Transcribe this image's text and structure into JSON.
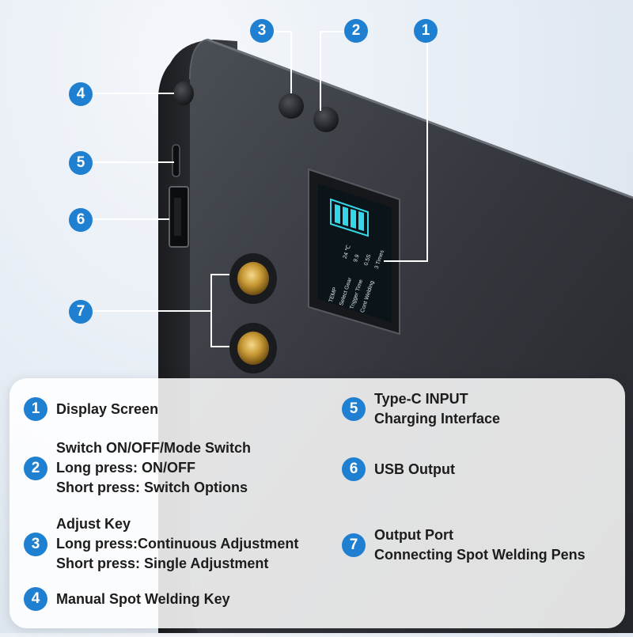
{
  "callouts": {
    "c1": "1",
    "c2": "2",
    "c3": "3",
    "c4": "4",
    "c5": "5",
    "c6": "6",
    "c7": "7"
  },
  "screen": {
    "labels": [
      "TEMP",
      "Select Gear",
      "Trigger Time",
      "Cont Welding"
    ],
    "values": [
      "24 ℃",
      "9.9",
      "0.5S",
      "3 Times"
    ]
  },
  "legend": {
    "item1": {
      "num": "1",
      "lines": [
        "Display Screen"
      ]
    },
    "item2": {
      "num": "2",
      "lines": [
        "Switch ON/OFF/Mode Switch",
        "Long press: ON/OFF",
        "Short press: Switch Options"
      ]
    },
    "item3": {
      "num": "3",
      "lines": [
        "Adjust Key",
        "Long press:Continuous Adjustment",
        "Short press: Single Adjustment"
      ]
    },
    "item4": {
      "num": "4",
      "lines": [
        "Manual Spot Welding Key"
      ]
    },
    "item5": {
      "num": "5",
      "lines": [
        "Type-C INPUT",
        "Charging Interface"
      ]
    },
    "item6": {
      "num": "6",
      "lines": [
        "USB Output"
      ]
    },
    "item7": {
      "num": "7",
      "lines": [
        "Output Port",
        "Connecting Spot Welding Pens"
      ]
    }
  },
  "colors": {
    "accent": "#1f7fd0",
    "screen_glow": "#35d6e8"
  }
}
